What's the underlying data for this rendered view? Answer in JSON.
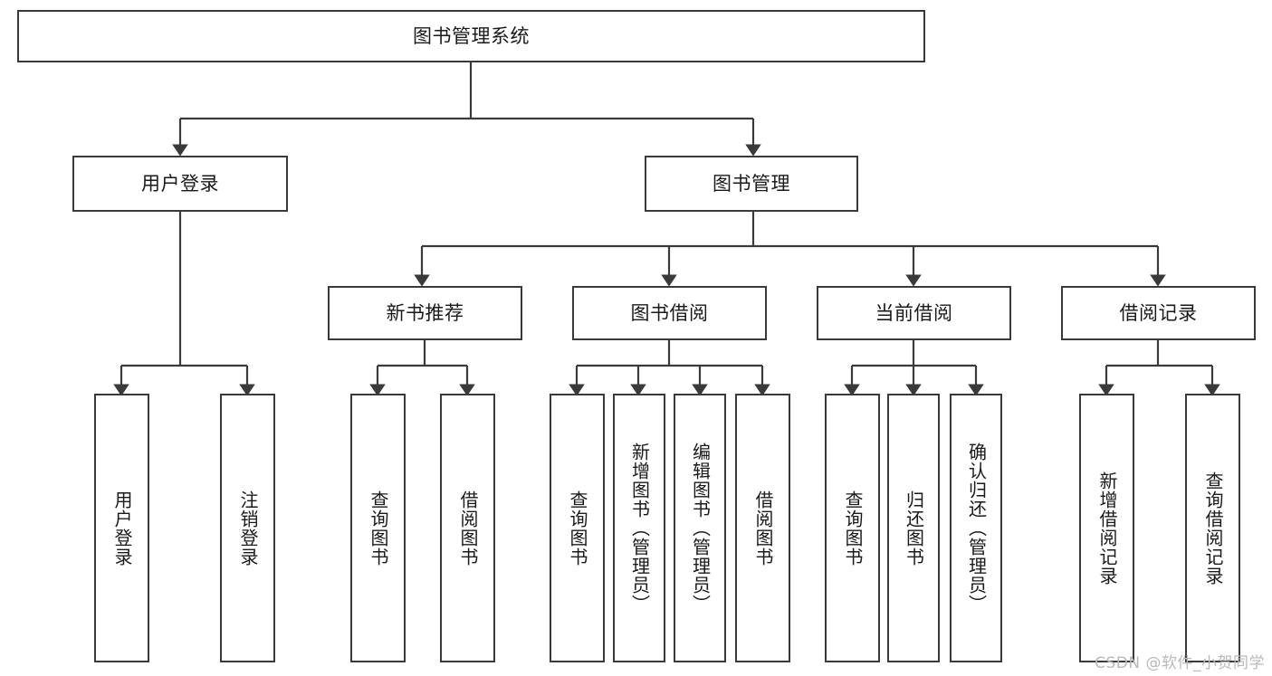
{
  "diagram": {
    "title": "图书管理系统",
    "type": "tree",
    "watermark": "CSDN @软件_小贺同学",
    "stroke_color": "#3a3a3a",
    "fill_color": "#ffffff",
    "text_color": "#1a1a1a",
    "watermark_color": "#b9b9b9"
  },
  "nodes": {
    "root": {
      "label": "图书管理系统",
      "level": 0,
      "orientation": "horizontal"
    },
    "l1": [
      {
        "id": "user-login",
        "label": "用户登录",
        "orientation": "horizontal"
      },
      {
        "id": "book-manage",
        "label": "图书管理",
        "orientation": "horizontal"
      }
    ],
    "l2": [
      {
        "id": "new-book-recommend",
        "label": "新书推荐",
        "orientation": "horizontal",
        "parent": "book-manage"
      },
      {
        "id": "book-borrow",
        "label": "图书借阅",
        "orientation": "horizontal",
        "parent": "book-manage"
      },
      {
        "id": "current-borrow",
        "label": "当前借阅",
        "orientation": "horizontal",
        "parent": "book-manage"
      },
      {
        "id": "borrow-record",
        "label": "借阅记录",
        "orientation": "horizontal",
        "parent": "book-manage"
      }
    ],
    "leaves": [
      {
        "id": "leaf-user-login",
        "label": "用户登录",
        "orientation": "vertical",
        "parent": "user-login"
      },
      {
        "id": "leaf-logout-login",
        "label": "注销登录",
        "orientation": "vertical",
        "parent": "user-login"
      },
      {
        "id": "leaf-query-book-1",
        "label": "查询图书",
        "orientation": "vertical",
        "parent": "new-book-recommend"
      },
      {
        "id": "leaf-borrow-book-1",
        "label": "借阅图书",
        "orientation": "vertical",
        "parent": "new-book-recommend"
      },
      {
        "id": "leaf-query-book-2",
        "label": "查询图书",
        "orientation": "vertical",
        "parent": "book-borrow"
      },
      {
        "id": "leaf-add-book-admin",
        "label": "新增图书（管理员）",
        "orientation": "vertical",
        "parent": "book-borrow"
      },
      {
        "id": "leaf-edit-book-admin",
        "label": "编辑图书（管理员）",
        "orientation": "vertical",
        "parent": "book-borrow"
      },
      {
        "id": "leaf-borrow-book-2",
        "label": "借阅图书",
        "orientation": "vertical",
        "parent": "book-borrow"
      },
      {
        "id": "leaf-query-book-3",
        "label": "查询图书",
        "orientation": "vertical",
        "parent": "current-borrow"
      },
      {
        "id": "leaf-return-book",
        "label": "归还图书",
        "orientation": "vertical",
        "parent": "current-borrow"
      },
      {
        "id": "leaf-confirm-return-admin",
        "label": "确认归还（管理员）",
        "orientation": "vertical",
        "parent": "current-borrow"
      },
      {
        "id": "leaf-add-borrow-record",
        "label": "新增借阅记录",
        "orientation": "vertical",
        "parent": "borrow-record"
      },
      {
        "id": "leaf-query-borrow-record",
        "label": "查询借阅记录",
        "orientation": "vertical",
        "parent": "borrow-record"
      }
    ]
  }
}
